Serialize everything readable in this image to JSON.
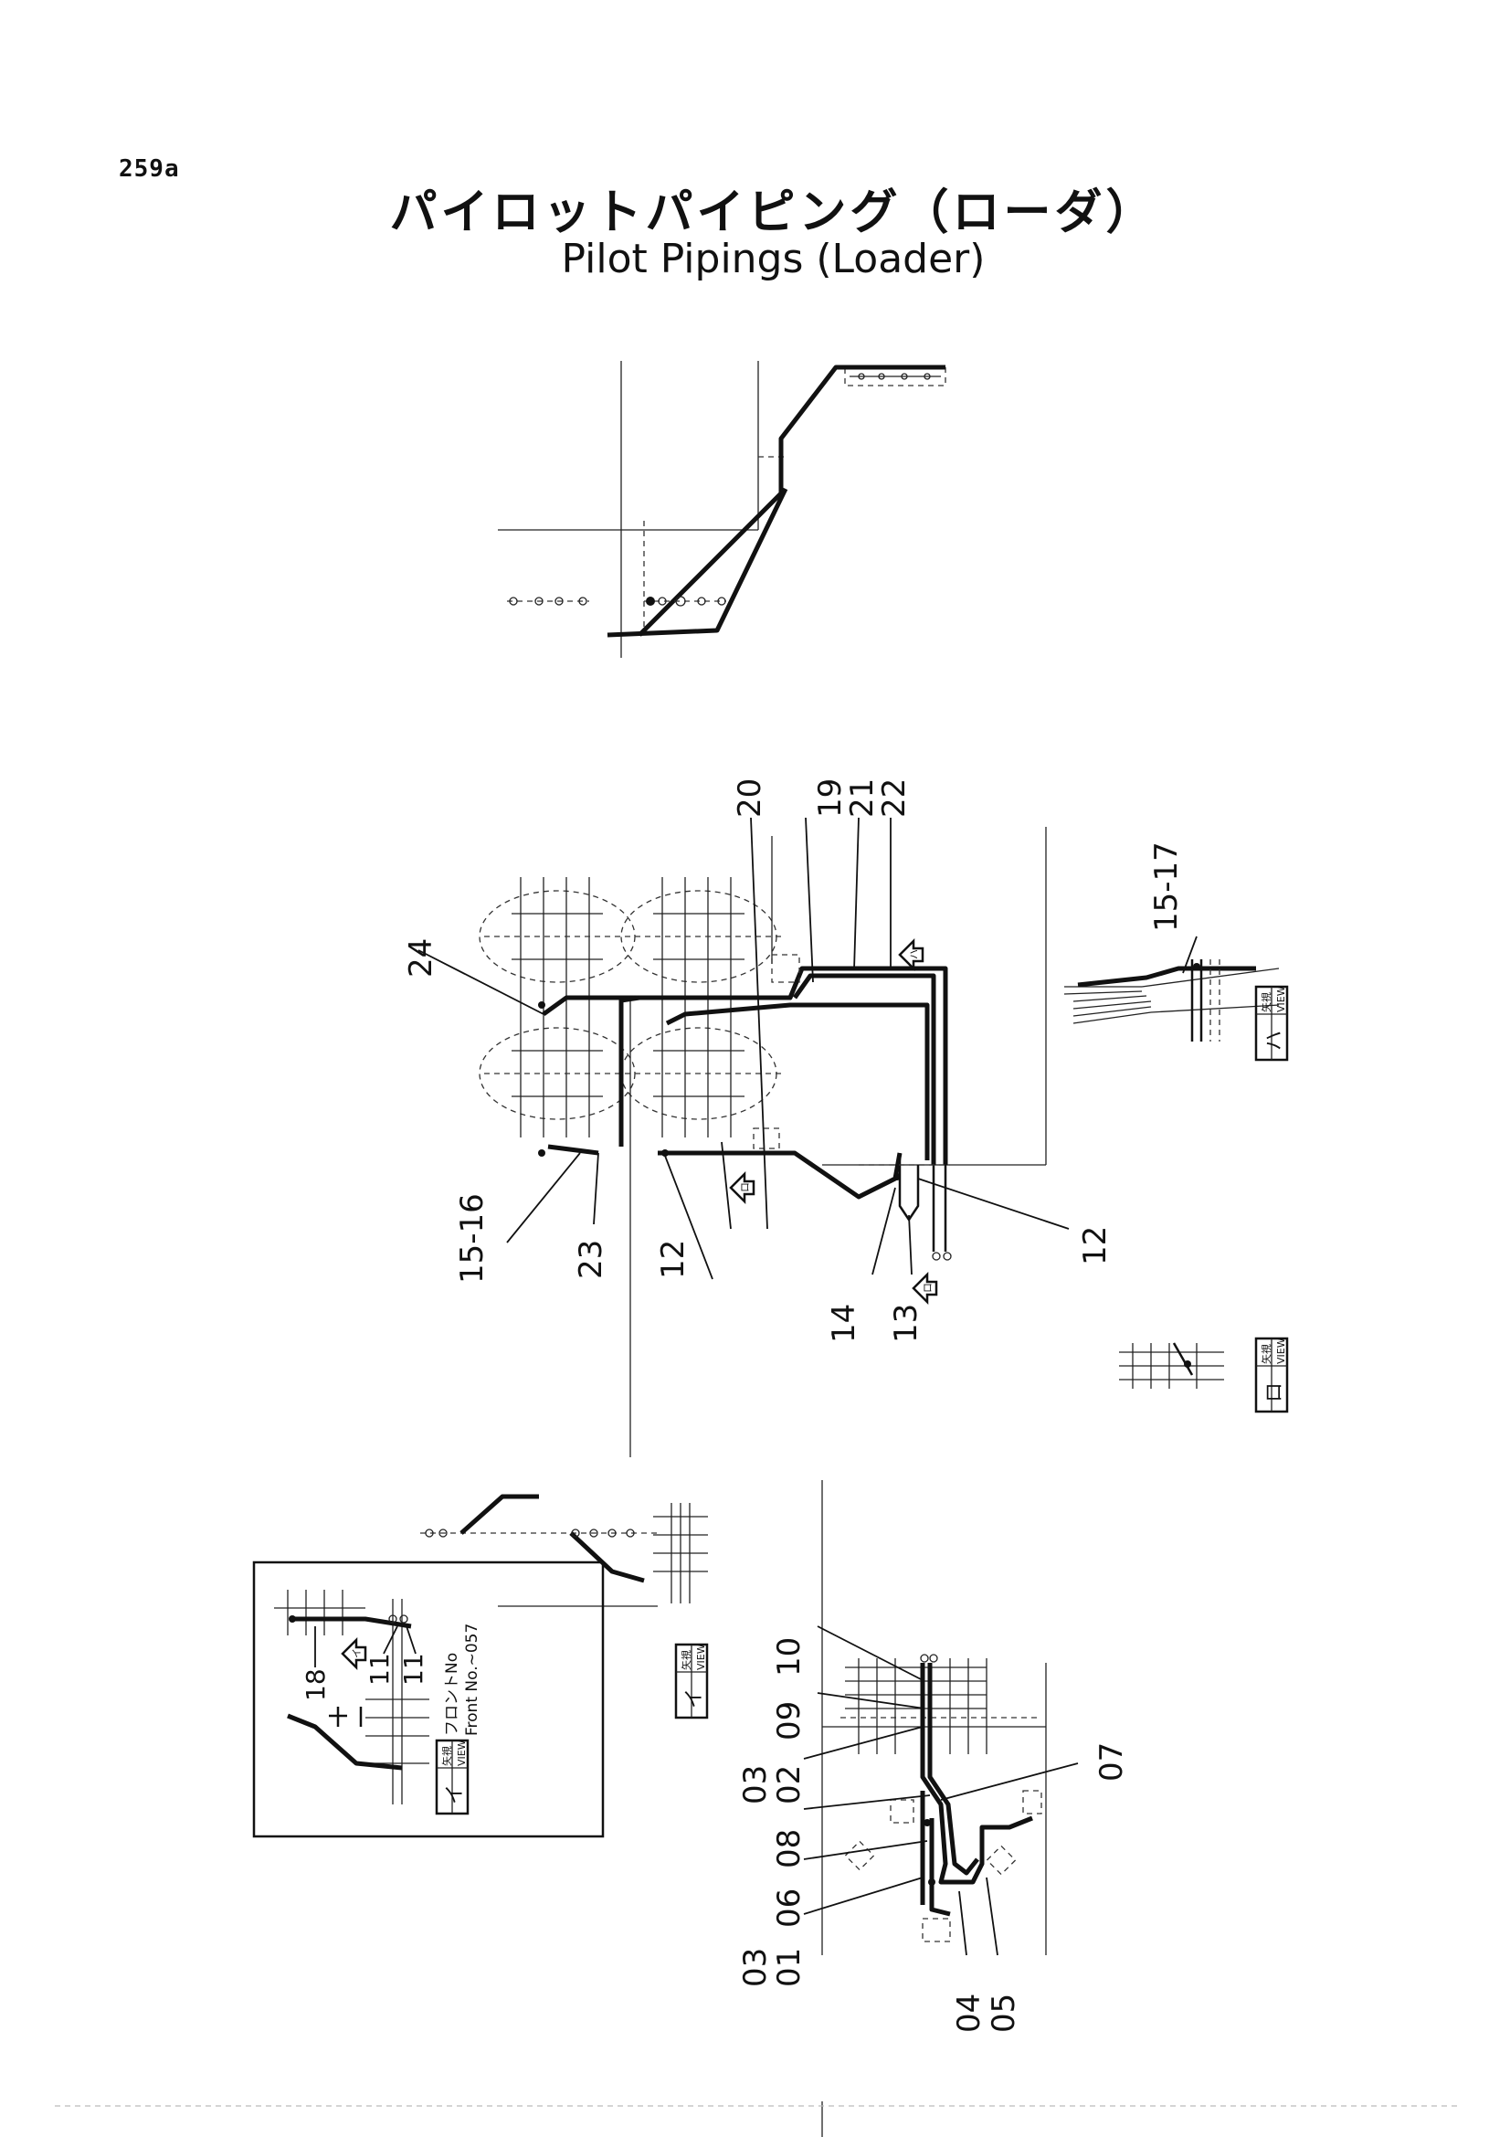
{
  "page_number": "259a",
  "title_jp": "パイロットパイピング（ローダ）",
  "title_en": "Pilot Pipings (Loader)",
  "callouts": {
    "c24": "24",
    "c20": "20",
    "c19": "19",
    "c21": "21",
    "c22": "22",
    "c15_17": "15-17",
    "c15_16": "15-16",
    "c23": "23",
    "c12a": "12",
    "c14": "14",
    "c13": "13",
    "c12b": "12",
    "c10": "10",
    "c09": "09",
    "c02": "02",
    "c03a": "03",
    "c08": "08",
    "c06": "06",
    "c01": "01",
    "c03b": "03",
    "c04": "04",
    "c05": "05",
    "c07": "07",
    "c18": "18",
    "c11a": "11",
    "c11b": "11"
  },
  "views": {
    "view_ha": {
      "kanji": "矢視",
      "label": "VIEW",
      "mark": "ハ"
    },
    "view_ro": {
      "kanji": "矢視",
      "label": "VIEW",
      "mark": "ロ"
    },
    "view_i": {
      "kanji": "矢視",
      "label": "VIEW",
      "mark": "イ"
    },
    "view_i_inset": {
      "kanji": "矢視",
      "label": "VIEW",
      "mark": "イ"
    }
  },
  "inset": {
    "front_no_jp": "フロントNo",
    "front_no_en": "Front No.~057"
  },
  "arrow_marks": {
    "a1": "ハ",
    "a2": "ロ",
    "a3": "イ",
    "a4": "ロ"
  }
}
